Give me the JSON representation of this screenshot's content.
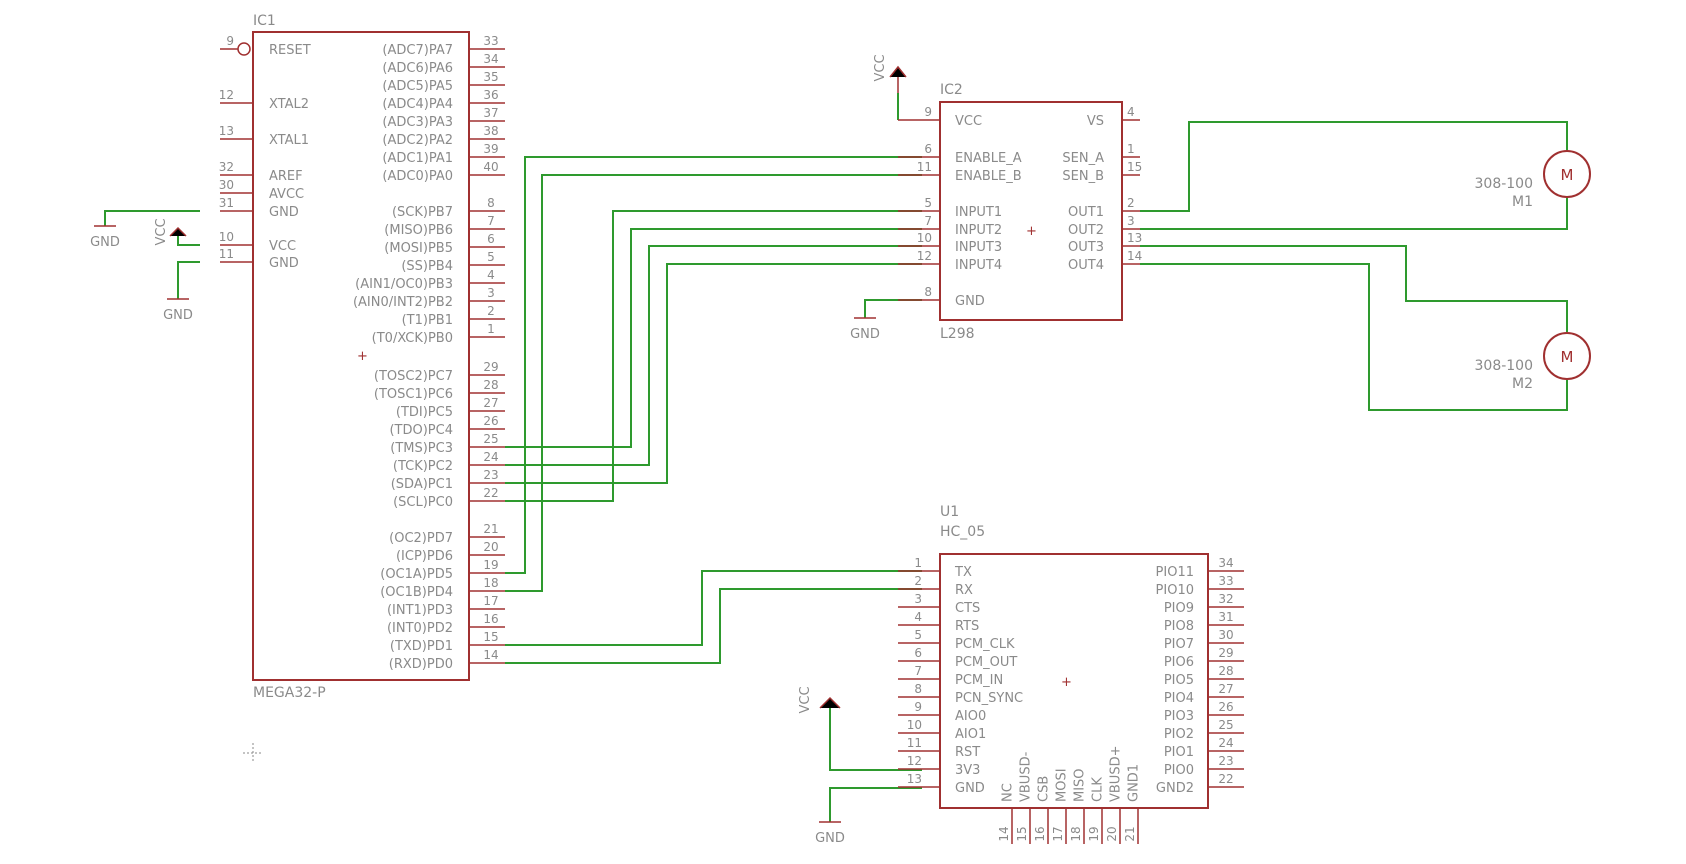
{
  "ic1": {
    "ref": "IC1",
    "value": "MEGA32-P",
    "left_pins": [
      {
        "num": "9",
        "name": "RESET"
      },
      {
        "num": "12",
        "name": "XTAL2"
      },
      {
        "num": "13",
        "name": "XTAL1"
      },
      {
        "num": "32",
        "name": "AREF"
      },
      {
        "num": "30",
        "name": "AVCC"
      },
      {
        "num": "31",
        "name": "GND"
      },
      {
        "num": "10",
        "name": "VCC"
      },
      {
        "num": "11",
        "name": "GND"
      }
    ],
    "right_pins": [
      {
        "num": "33",
        "name": "(ADC7)PA7"
      },
      {
        "num": "34",
        "name": "(ADC6)PA6"
      },
      {
        "num": "35",
        "name": "(ADC5)PA5"
      },
      {
        "num": "36",
        "name": "(ADC4)PA4"
      },
      {
        "num": "37",
        "name": "(ADC3)PA3"
      },
      {
        "num": "38",
        "name": "(ADC2)PA2"
      },
      {
        "num": "39",
        "name": "(ADC1)PA1"
      },
      {
        "num": "40",
        "name": "(ADC0)PA0"
      },
      {
        "num": "8",
        "name": "(SCK)PB7"
      },
      {
        "num": "7",
        "name": "(MISO)PB6"
      },
      {
        "num": "6",
        "name": "(MOSI)PB5"
      },
      {
        "num": "5",
        "name": "(SS)PB4"
      },
      {
        "num": "4",
        "name": "(AIN1/OC0)PB3"
      },
      {
        "num": "3",
        "name": "(AIN0/INT2)PB2"
      },
      {
        "num": "2",
        "name": "(T1)PB1"
      },
      {
        "num": "1",
        "name": "(T0/XCK)PB0"
      },
      {
        "num": "29",
        "name": "(TOSC2)PC7"
      },
      {
        "num": "28",
        "name": "(TOSC1)PC6"
      },
      {
        "num": "27",
        "name": "(TDI)PC5"
      },
      {
        "num": "26",
        "name": "(TDO)PC4"
      },
      {
        "num": "25",
        "name": "(TMS)PC3"
      },
      {
        "num": "24",
        "name": "(TCK)PC2"
      },
      {
        "num": "23",
        "name": "(SDA)PC1"
      },
      {
        "num": "22",
        "name": "(SCL)PC0"
      },
      {
        "num": "21",
        "name": "(OC2)PD7"
      },
      {
        "num": "20",
        "name": "(ICP)PD6"
      },
      {
        "num": "19",
        "name": "(OC1A)PD5"
      },
      {
        "num": "18",
        "name": "(OC1B)PD4"
      },
      {
        "num": "17",
        "name": "(INT1)PD3"
      },
      {
        "num": "16",
        "name": "(INT0)PD2"
      },
      {
        "num": "15",
        "name": "(TXD)PD1"
      },
      {
        "num": "14",
        "name": "(RXD)PD0"
      }
    ]
  },
  "ic2": {
    "ref": "IC2",
    "value": "L298",
    "left_pins": [
      {
        "num": "9",
        "name": "VCC"
      },
      {
        "num": "6",
        "name": "ENABLE_A"
      },
      {
        "num": "11",
        "name": "ENABLE_B"
      },
      {
        "num": "5",
        "name": "INPUT1"
      },
      {
        "num": "7",
        "name": "INPUT2"
      },
      {
        "num": "10",
        "name": "INPUT3"
      },
      {
        "num": "12",
        "name": "INPUT4"
      },
      {
        "num": "8",
        "name": "GND"
      }
    ],
    "right_pins": [
      {
        "num": "4",
        "name": "VS"
      },
      {
        "num": "1",
        "name": "SEN_A"
      },
      {
        "num": "15",
        "name": "SEN_B"
      },
      {
        "num": "2",
        "name": "OUT1"
      },
      {
        "num": "3",
        "name": "OUT2"
      },
      {
        "num": "13",
        "name": "OUT3"
      },
      {
        "num": "14",
        "name": "OUT4"
      }
    ]
  },
  "u1": {
    "ref": "U1",
    "value": "HC_05",
    "left_pins": [
      {
        "num": "1",
        "name": "TX"
      },
      {
        "num": "2",
        "name": "RX"
      },
      {
        "num": "3",
        "name": "CTS"
      },
      {
        "num": "4",
        "name": "RTS"
      },
      {
        "num": "5",
        "name": "PCM_CLK"
      },
      {
        "num": "6",
        "name": "PCM_OUT"
      },
      {
        "num": "7",
        "name": "PCM_IN"
      },
      {
        "num": "8",
        "name": "PCN_SYNC"
      },
      {
        "num": "9",
        "name": "AIO0"
      },
      {
        "num": "10",
        "name": "AIO1"
      },
      {
        "num": "11",
        "name": "RST"
      },
      {
        "num": "12",
        "name": "3V3"
      },
      {
        "num": "13",
        "name": "GND"
      }
    ],
    "right_pins": [
      {
        "num": "34",
        "name": "PIO11"
      },
      {
        "num": "33",
        "name": "PIO10"
      },
      {
        "num": "32",
        "name": "PIO9"
      },
      {
        "num": "31",
        "name": "PIO8"
      },
      {
        "num": "30",
        "name": "PIO7"
      },
      {
        "num": "29",
        "name": "PIO6"
      },
      {
        "num": "28",
        "name": "PIO5"
      },
      {
        "num": "27",
        "name": "PIO4"
      },
      {
        "num": "26",
        "name": "PIO3"
      },
      {
        "num": "25",
        "name": "PIO2"
      },
      {
        "num": "24",
        "name": "PIO1"
      },
      {
        "num": "23",
        "name": "PIO0"
      },
      {
        "num": "22",
        "name": "GND2"
      }
    ],
    "bottom_pins": [
      {
        "num": "14",
        "name": "NC"
      },
      {
        "num": "15",
        "name": "VBUSD-"
      },
      {
        "num": "16",
        "name": "CSB"
      },
      {
        "num": "17",
        "name": "MOSI"
      },
      {
        "num": "18",
        "name": "MISO"
      },
      {
        "num": "19",
        "name": "CLK"
      },
      {
        "num": "20",
        "name": "VBUSD+"
      },
      {
        "num": "21",
        "name": "GND1"
      }
    ]
  },
  "motors": [
    {
      "ref": "M1",
      "value": "308-100",
      "glyph": "M"
    },
    {
      "ref": "M2",
      "value": "308-100",
      "glyph": "M"
    }
  ],
  "supplies": {
    "vcc": "VCC",
    "gnd": "GND"
  },
  "colors": {
    "component": "#a03030",
    "wire": "#2e9a2e",
    "text": "#8a8a8a"
  }
}
